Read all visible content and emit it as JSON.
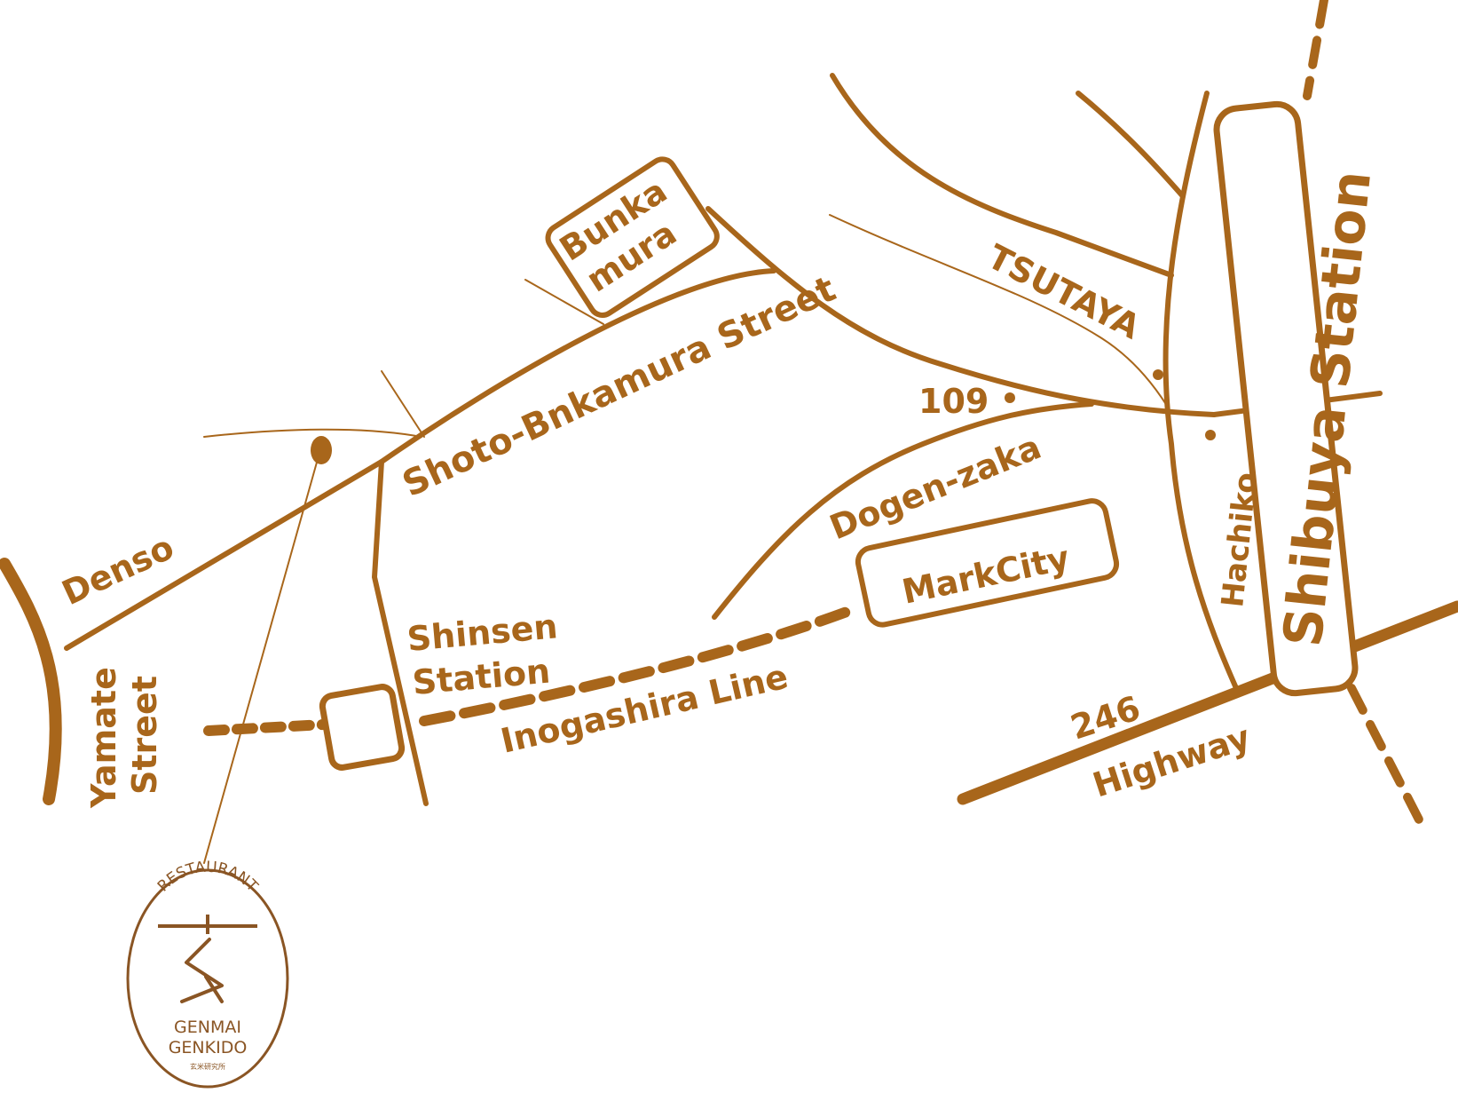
{
  "map": {
    "colors": {
      "route": "#a8661b",
      "logo": "#8a5524",
      "background": "#ffffff"
    },
    "labels": {
      "bunkamura_line1": "Bunka",
      "bunkamura_line2": "mura",
      "shoto_street": "Shoto-Bnkamura Street",
      "denso": "Denso",
      "yamate_line1": "Yamate",
      "yamate_line2": "Street",
      "shinsen_line1": "Shinsen",
      "shinsen_line2": "Station",
      "inogashira": "Inogashira Line",
      "markcity": "MarkCity",
      "dogenzaka": "Dogen-zaka",
      "n109": "109",
      "tsutaya": "TSUTAYA",
      "hachiko": "Hachiko",
      "shibuya_station": "Shibuya Station",
      "route246": "246",
      "highway": "Highway"
    },
    "logo": {
      "top_text": "RESTAURANT",
      "name_line1": "GENMAI",
      "name_line2": "GENKIDO",
      "kanji": "玄米研究所"
    }
  }
}
